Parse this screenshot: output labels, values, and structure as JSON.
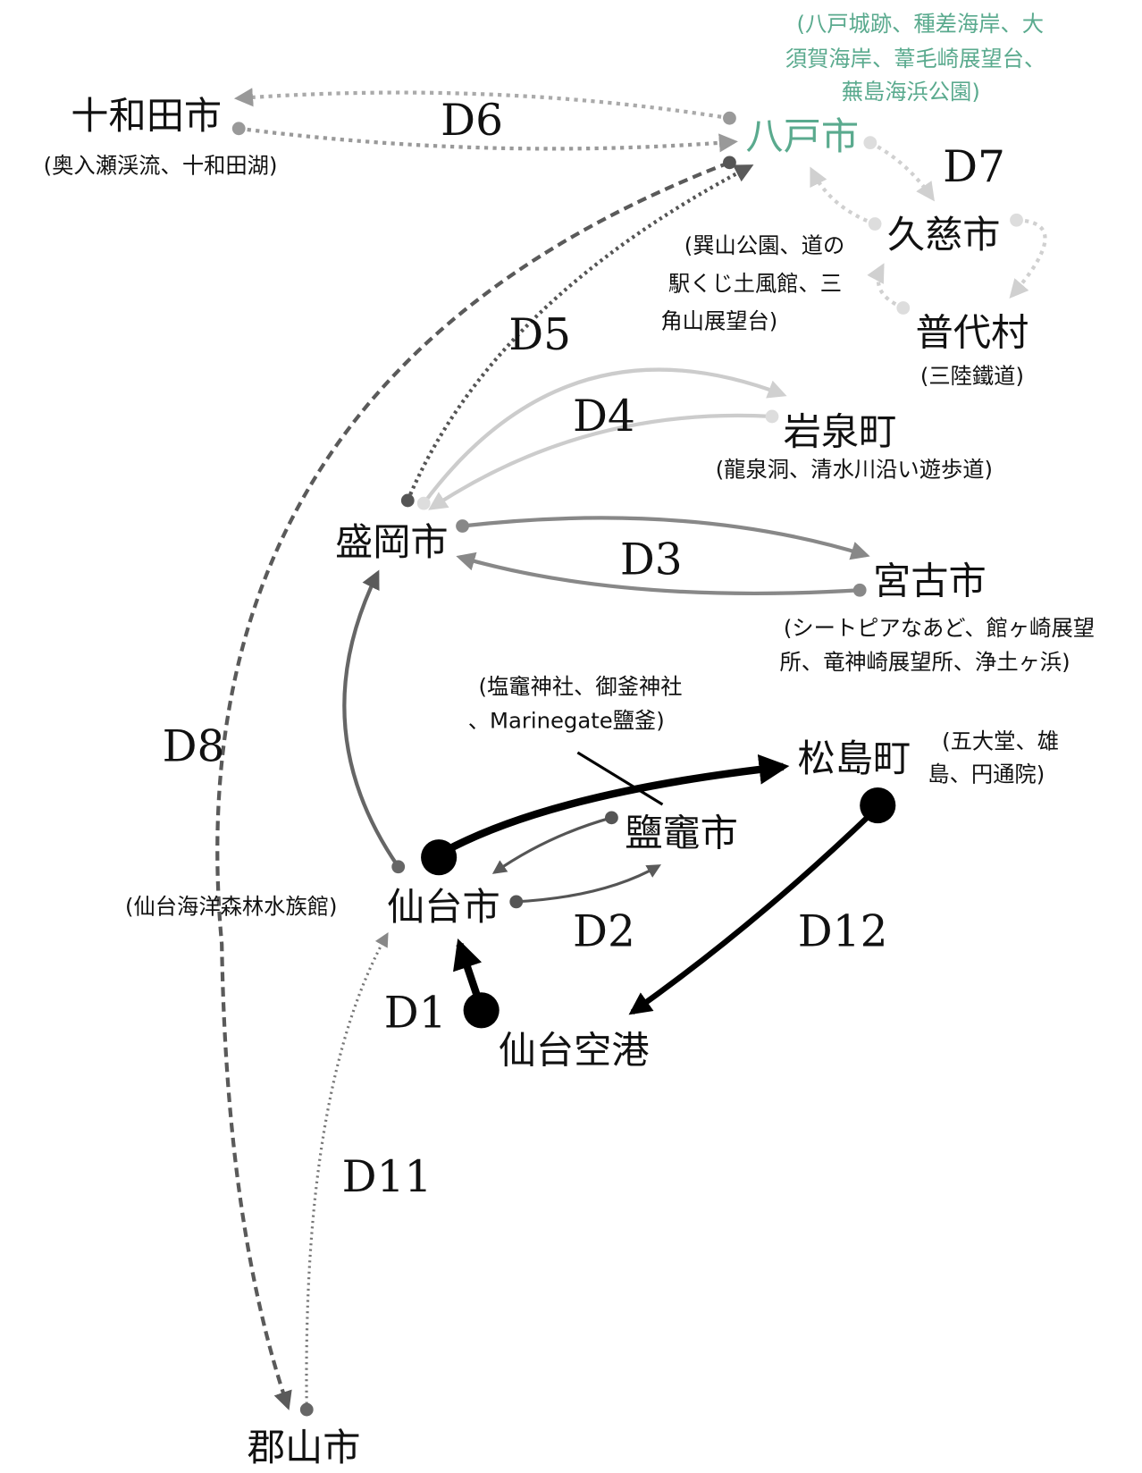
{
  "cities": {
    "towada": {
      "name": "十和田市",
      "note": "(奥入瀬渓流、十和田湖)"
    },
    "hachinohe": {
      "name": "八戸市",
      "note": [
        "(八戸城跡、種差海岸、大",
        "須賀海岸、葦毛崎展望台、",
        "蕪島海浜公園)"
      ]
    },
    "kuji": {
      "name": "久慈市",
      "note": [
        "(巽山公園、道の",
        "駅くじ土風館、三",
        "角山展望台)"
      ]
    },
    "fudai": {
      "name": "普代村",
      "note": "(三陸鐵道)"
    },
    "iwaizumi": {
      "name": "岩泉町",
      "note": "(龍泉洞、清水川沿い遊歩道)"
    },
    "morioka": {
      "name": "盛岡市"
    },
    "miyako": {
      "name": "宮古市",
      "note": [
        "(シートピアなあど、館ヶ崎展望",
        "所、竜神崎展望所、浄土ヶ浜)"
      ]
    },
    "shiogama": {
      "name": "鹽竈市",
      "note": [
        "(塩竈神社、御釜神社",
        "、Marinegate鹽釜)"
      ]
    },
    "matsushima": {
      "name": "松島町",
      "note": [
        "(五大堂、雄",
        "島、円通院)"
      ]
    },
    "sendai": {
      "name": "仙台市",
      "note": "(仙台海洋森林水族館)"
    },
    "airport": {
      "name": "仙台空港"
    },
    "koriyama": {
      "name": "郡山市"
    }
  },
  "days": [
    "D1",
    "D2",
    "D3",
    "D4",
    "D5",
    "D6",
    "D7",
    "D8",
    "D11",
    "D12"
  ],
  "colors": {
    "accent_green": "#5aaa8e"
  }
}
